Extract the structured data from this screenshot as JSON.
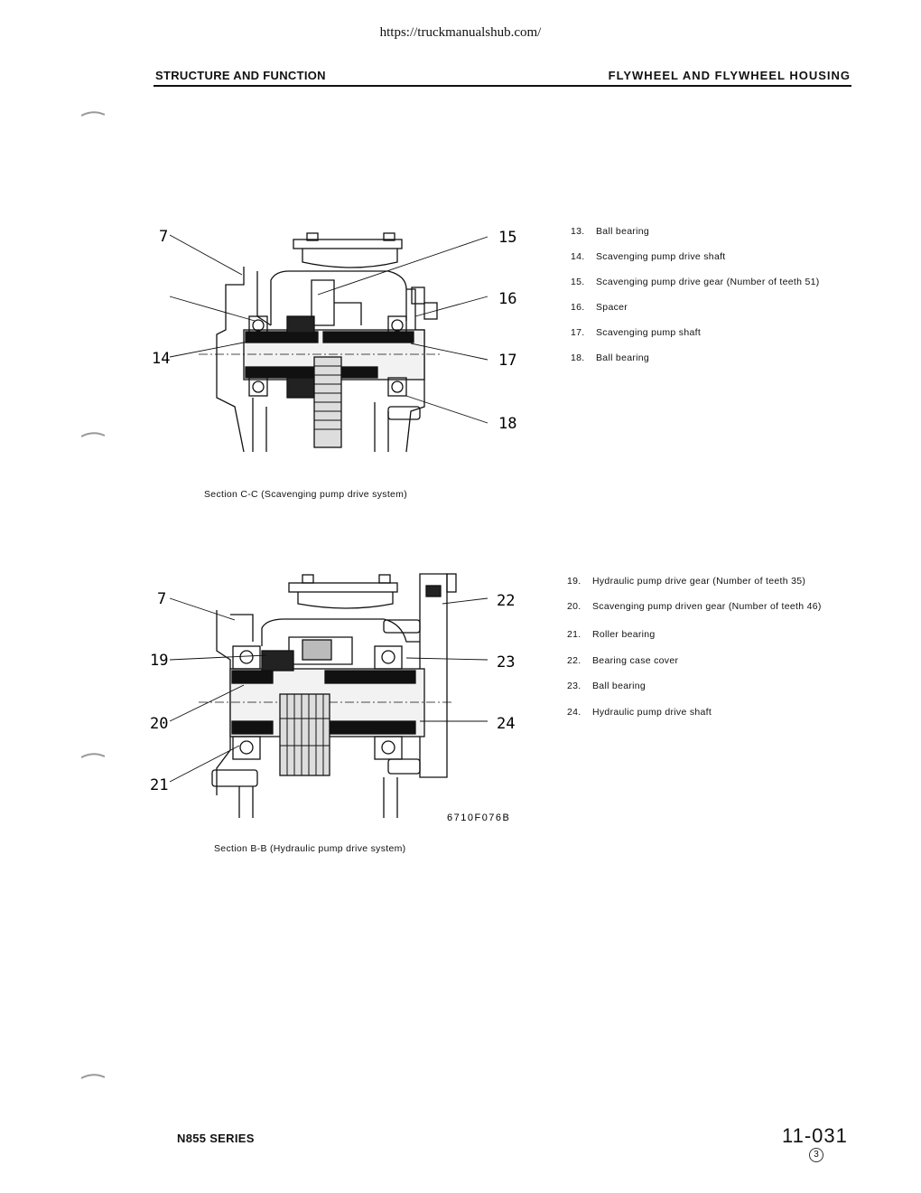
{
  "url": "https://truckmanualshub.com/",
  "header": {
    "left": "STRUCTURE AND FUNCTION",
    "right": "FLYWHEEL AND FLYWHEEL HOUSING"
  },
  "figure1": {
    "caption": "Section C-C (Scavenging pump drive system)",
    "callouts": {
      "c7": "7",
      "c14": "14",
      "c15": "15",
      "c16": "16",
      "c17": "17",
      "c18": "18"
    }
  },
  "legend1": [
    {
      "num": "13.",
      "text": "Ball bearing"
    },
    {
      "num": "14.",
      "text": "Scavenging pump drive shaft"
    },
    {
      "num": "15.",
      "text": "Scavenging pump drive gear (Number of teeth 51)"
    },
    {
      "num": "16.",
      "text": "Spacer"
    },
    {
      "num": "17.",
      "text": "Scavenging pump shaft"
    },
    {
      "num": "18.",
      "text": "Ball bearing"
    }
  ],
  "figure2": {
    "caption": "Section B-B (Hydraulic pump drive system)",
    "code": "6710F076B",
    "callouts": {
      "c7": "7",
      "c19": "19",
      "c20": "20",
      "c21": "21",
      "c22": "22",
      "c23": "23",
      "c24": "24"
    }
  },
  "legend2": [
    {
      "num": "19.",
      "text": "Hydraulic pump drive gear (Number of teeth 35)"
    },
    {
      "num": "20.",
      "text": "Scavenging pump driven gear (Number of teeth 46)"
    },
    {
      "num": "21.",
      "text": "Roller bearing"
    },
    {
      "num": "22.",
      "text": "Bearing case cover"
    },
    {
      "num": "23.",
      "text": "Ball bearing"
    },
    {
      "num": "24.",
      "text": "Hydraulic pump drive shaft"
    }
  ],
  "footer": {
    "series": "N855 SERIES",
    "page": "11-031",
    "revision": "3"
  }
}
